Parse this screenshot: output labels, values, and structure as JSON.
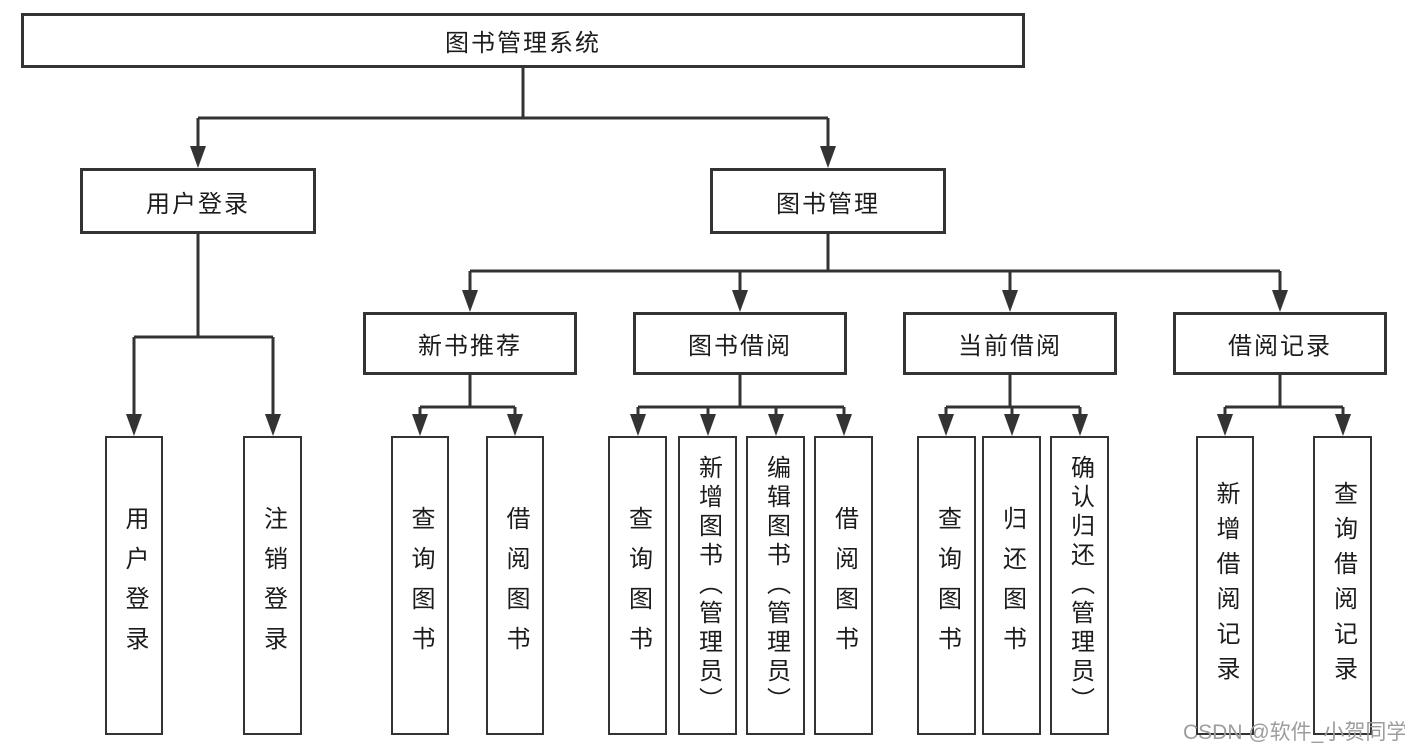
{
  "tree": {
    "root": "图书管理系统",
    "branches": [
      {
        "label": "用户登录",
        "children": [
          "用户登录",
          "注销登录"
        ]
      },
      {
        "label": "图书管理",
        "sections": [
          {
            "label": "新书推荐",
            "children": [
              "查询图书",
              "借阅图书"
            ]
          },
          {
            "label": "图书借阅",
            "children": [
              "查询图书",
              "新增图书（管理员）",
              "编辑图书（管理员）",
              "借阅图书"
            ]
          },
          {
            "label": "当前借阅",
            "children": [
              "查询图书",
              "归还图书",
              "确认归还（管理员）"
            ]
          },
          {
            "label": "借阅记录",
            "children": [
              "新增借阅记录",
              "查询借阅记录"
            ]
          }
        ]
      }
    ]
  },
  "colors": {
    "line": "#333333",
    "text": "#1c1c1c",
    "watermark": "#9d9d9d",
    "background": "#ffffff"
  },
  "watermark": "CSDN @软件_小贺同学"
}
